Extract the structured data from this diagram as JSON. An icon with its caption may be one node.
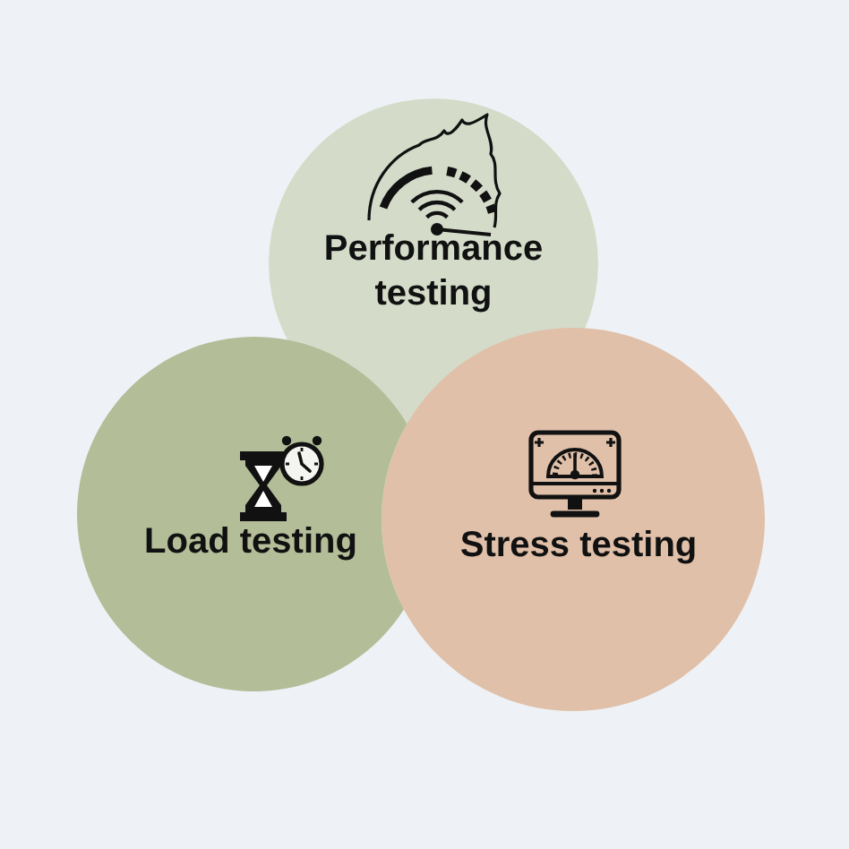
{
  "diagram": {
    "nodes": [
      {
        "text": [
          "Performance testing"
        ]
      },
      {
        "text": [
          "Load testing"
        ]
      },
      {
        "text": [
          "Stress testing"
        ]
      }
    ]
  }
}
